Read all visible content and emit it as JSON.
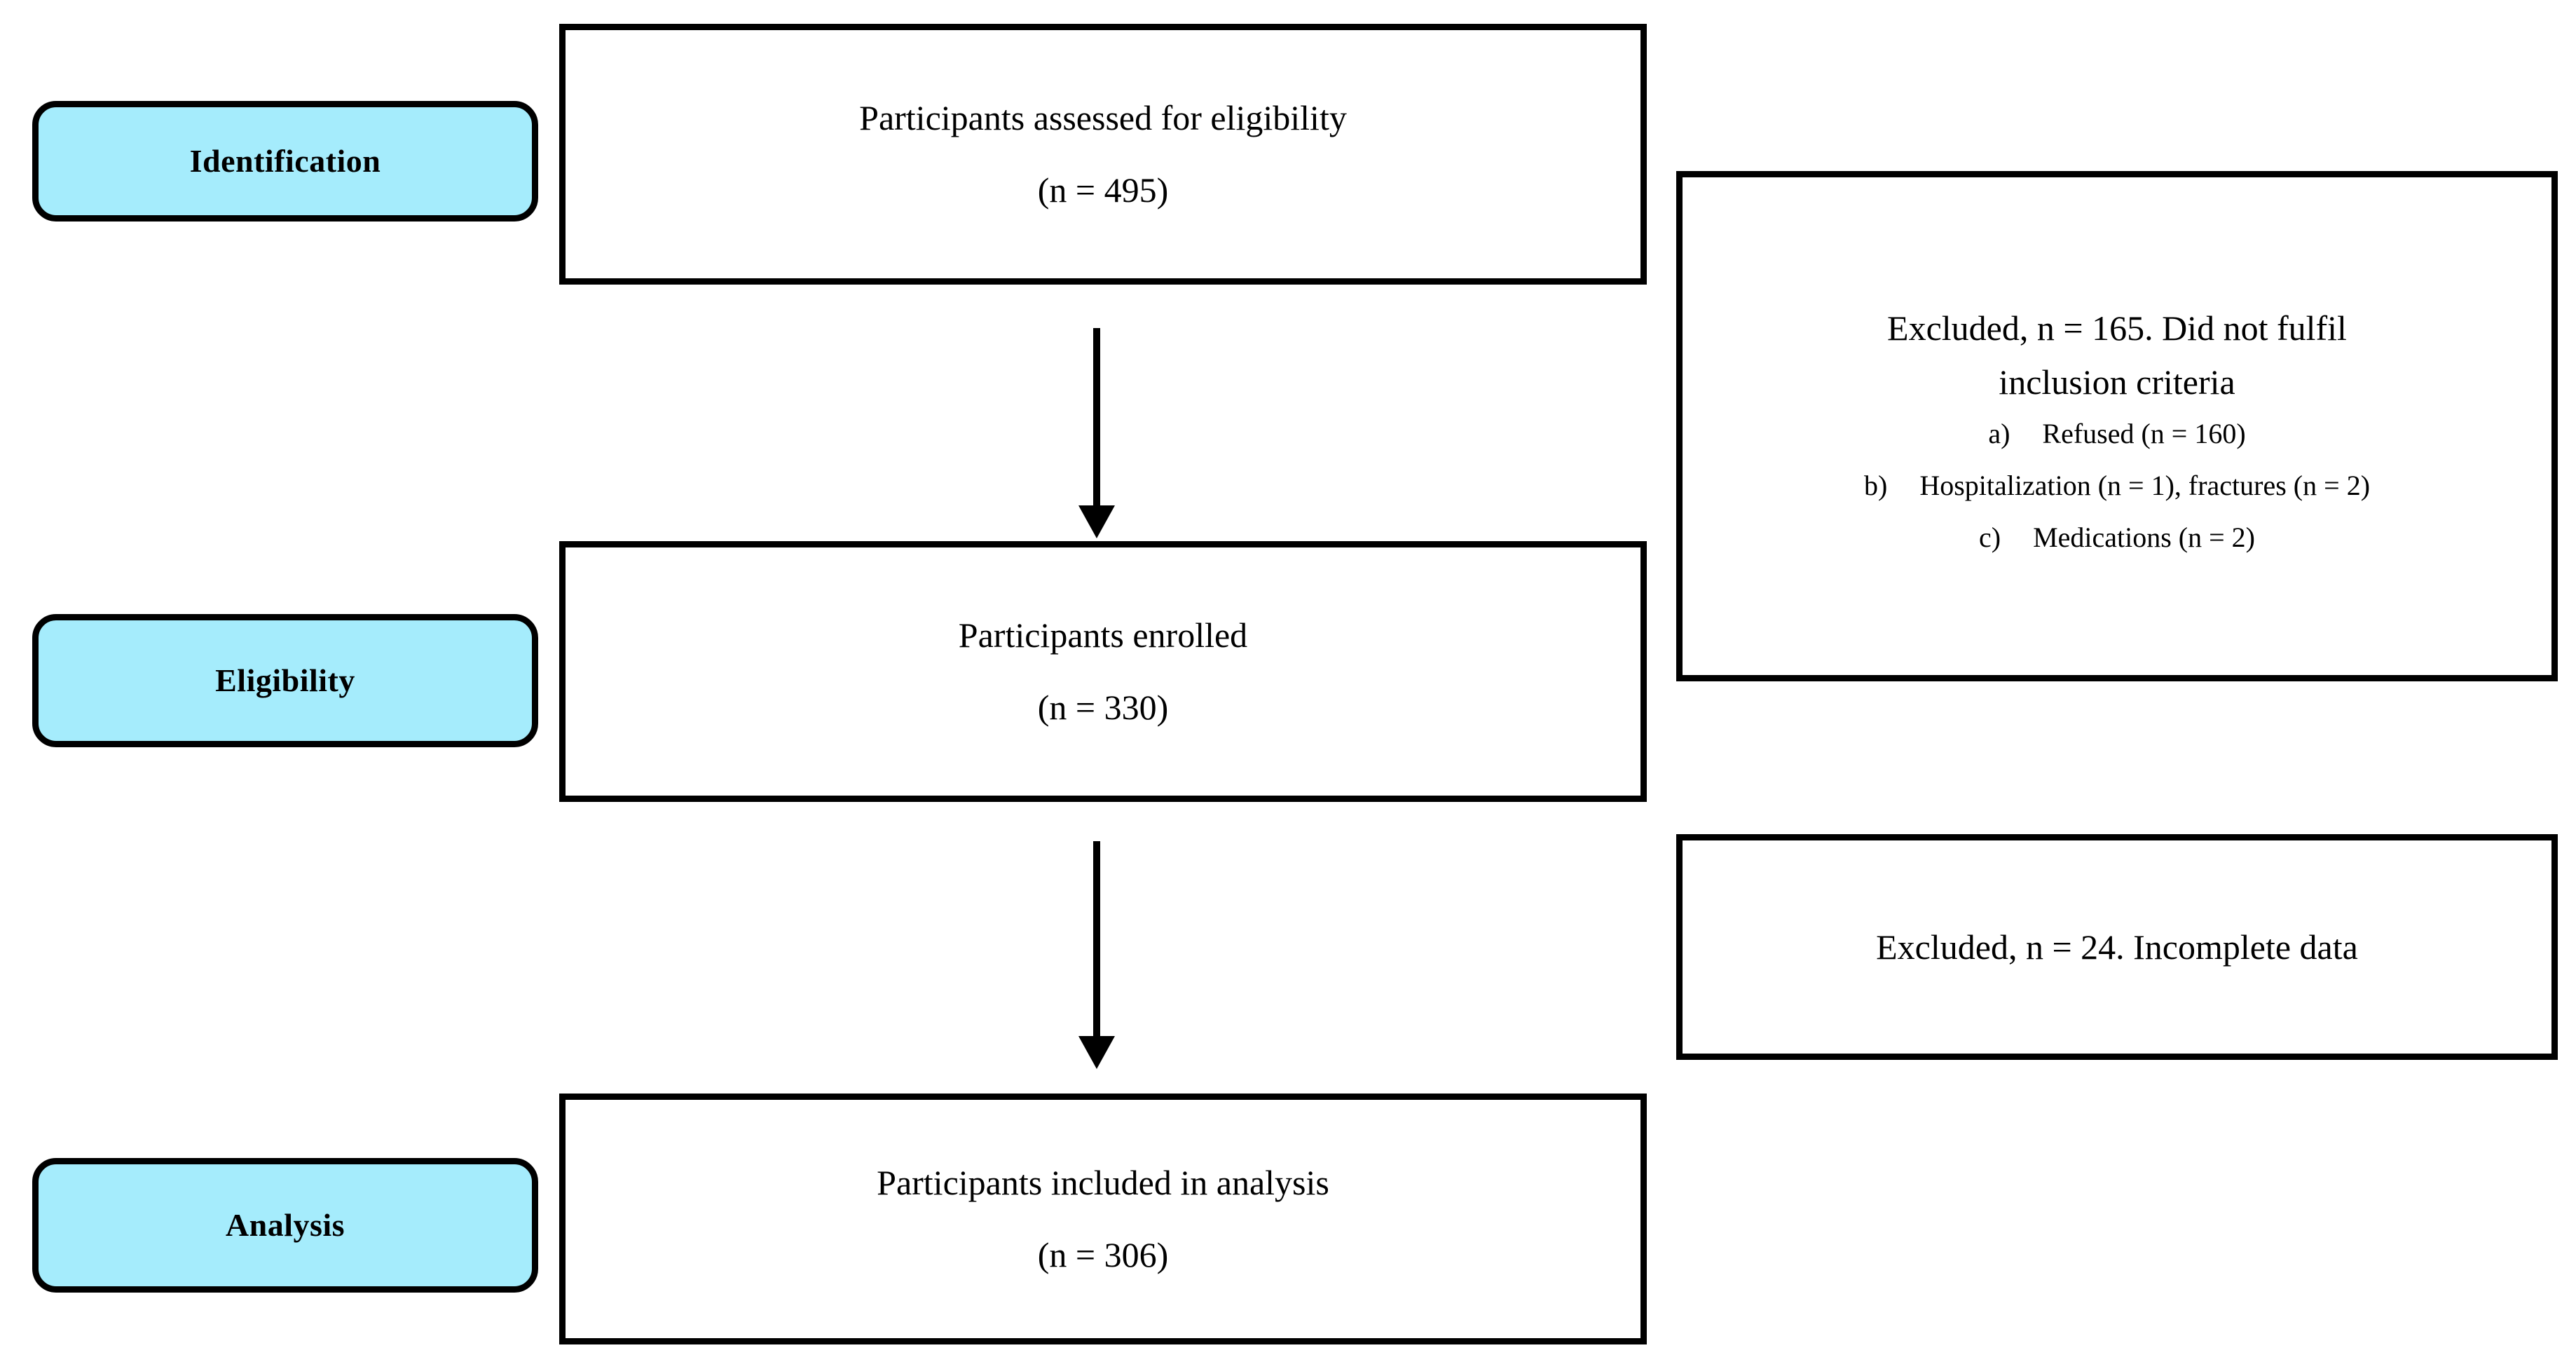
{
  "diagram": {
    "title": "PRISMA-style participant flow diagram",
    "accent_color": "#A5ECFC",
    "line_color": "#000000",
    "background_color": "#FFFFFF",
    "stages": [
      {
        "id": "identification",
        "label": "Identification"
      },
      {
        "id": "eligibility",
        "label": "Eligibility"
      },
      {
        "id": "analysis",
        "label": "Analysis"
      }
    ],
    "flow_boxes": [
      {
        "id": "assessed",
        "primary": "Participants assessed for eligibility",
        "count": "(n = 495)"
      },
      {
        "id": "enrolled",
        "primary": "Participants enrolled",
        "count": "(n = 330)"
      },
      {
        "id": "included",
        "primary": "Participants included in analysis",
        "count": "(n = 306)"
      }
    ],
    "exclusions": [
      {
        "id": "excluded-1",
        "heading_line_1": "Excluded, n = 165. Did not fulfil",
        "heading_line_2": "inclusion criteria",
        "items": [
          {
            "marker": "a)",
            "text": "Refused (n = 160)"
          },
          {
            "marker": "b)",
            "text": "Hospitalization (n = 1), fractures (n = 2)"
          },
          {
            "marker": "c)",
            "text": "Medications (n = 2)"
          }
        ]
      },
      {
        "id": "excluded-2",
        "heading_line_1": "Excluded, n = 24. Incomplete data"
      }
    ],
    "arrows": [
      {
        "id": "assessed-to-enrolled",
        "direction": "down"
      },
      {
        "id": "enrolled-to-included",
        "direction": "down"
      }
    ]
  },
  "chart_data": {
    "type": "diagram",
    "title": "Participant flow",
    "nodes": [
      {
        "id": "assessed",
        "label": "Participants assessed for eligibility",
        "n": 495
      },
      {
        "id": "enrolled",
        "label": "Participants enrolled",
        "n": 330
      },
      {
        "id": "included",
        "label": "Participants included in analysis",
        "n": 306
      }
    ],
    "exclusions": [
      {
        "from": "assessed",
        "n": 165,
        "reason": "Did not fulfil inclusion criteria",
        "breakdown": [
          {
            "label": "Refused",
            "n": 160
          },
          {
            "label": "Hospitalization",
            "n": 1
          },
          {
            "label": "fractures",
            "n": 2
          },
          {
            "label": "Medications",
            "n": 2
          }
        ]
      },
      {
        "from": "enrolled",
        "n": 24,
        "reason": "Incomplete data"
      }
    ],
    "edges": [
      {
        "from": "assessed",
        "to": "enrolled"
      },
      {
        "from": "enrolled",
        "to": "included"
      }
    ]
  }
}
